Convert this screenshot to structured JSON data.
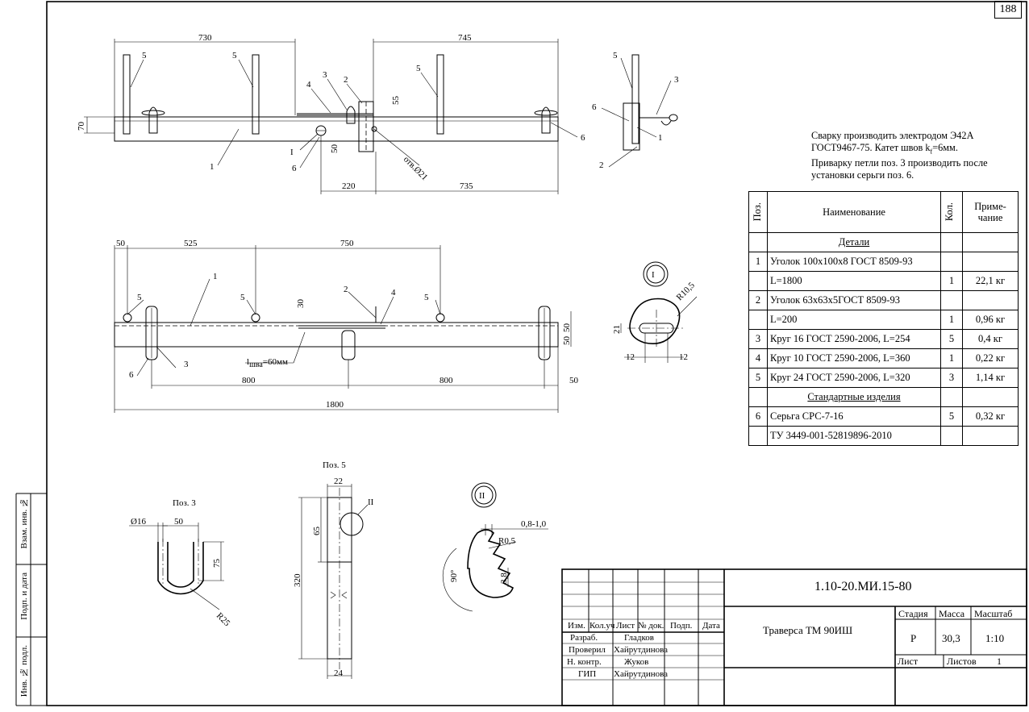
{
  "page_number": "188",
  "notes": {
    "line1": "Сварку производить электродом Э42А",
    "line2_a": "ГОСТ9467-75. Катет швов k",
    "line2_sub": "f",
    "line2_b": "=6мм.",
    "line3": "Приварку петли поз. 3 производить после",
    "line4": "установки серьги поз. 6."
  },
  "spec_table": {
    "headers": {
      "pos": "Поз.",
      "name": "Наименование",
      "qty": "Кол.",
      "note_1": "Приме-",
      "note_2": "чание"
    },
    "section_details": "Детали",
    "section_standard": "Стандартные изделия",
    "rows": [
      {
        "pos": "1",
        "name": "Уголок 100х100х8 ГОСТ 8509-93",
        "qty": "",
        "note": ""
      },
      {
        "pos": "",
        "name": "L=1800",
        "qty": "1",
        "note": "22,1 кг"
      },
      {
        "pos": "2",
        "name": "Уголок 63х63х5ГОСТ 8509-93",
        "qty": "",
        "note": ""
      },
      {
        "pos": "",
        "name": "L=200",
        "qty": "1",
        "note": "0,96 кг"
      },
      {
        "pos": "3",
        "name": "Круг 16 ГОСТ 2590-2006, L=254",
        "qty": "5",
        "note": "0,4 кг"
      },
      {
        "pos": "4",
        "name": "Круг 10 ГОСТ 2590-2006, L=360",
        "qty": "1",
        "note": "0,22 кг"
      },
      {
        "pos": "5",
        "name": "Круг 24 ГОСТ 2590-2006, L=320",
        "qty": "3",
        "note": "1,14 кг"
      }
    ],
    "standard_rows": [
      {
        "pos": "6",
        "name": "Серьга СРС-7-16",
        "qty": "5",
        "note": "0,32 кг"
      },
      {
        "pos": "",
        "name": "ТУ 3449-001-52819896-2010",
        "qty": "",
        "note": ""
      }
    ]
  },
  "title_block": {
    "doc_number": "1.10-20.МИ.15-80",
    "title": "Траверса ТМ 90ИШ",
    "hdr_izm": "Изм.",
    "hdr_kol": "Кол.уч",
    "hdr_list": "Лист",
    "hdr_ndok": "№ док.",
    "hdr_podp": "Подп.",
    "hdr_data": "Дата",
    "roles": [
      {
        "role": "Разраб.",
        "name": "Гладков"
      },
      {
        "role": "Проверил",
        "name": "Хайрутдинова"
      },
      {
        "role": "Н. контр.",
        "name": "Жуков"
      },
      {
        "role": "ГИП",
        "name": "Хайрутдинова"
      }
    ],
    "stage_label": "Стадия",
    "mass_label": "Масса",
    "scale_label": "Масштаб",
    "stage": "Р",
    "mass": "30,3",
    "scale": "1:10",
    "sheet_label": "Лист",
    "sheets_label": "Листов",
    "sheets": "1"
  },
  "side_labels": {
    "inv_podl": "Инв. № подл.",
    "podp_data": "Подп. и дата",
    "vzam_inv": "Взам. инв. №"
  },
  "view_labels": {
    "poz3": "Поз. 3",
    "poz5": "Поз. 5",
    "detail_I": "I",
    "detail_II": "II",
    "lshva_a": "l",
    "lshva_sub": "шва",
    "lshva_b": "=60мм",
    "otv": "отв.Ø21"
  },
  "dims_top": {
    "d730": "730",
    "d745": "745",
    "d70": "70",
    "d55": "55",
    "d50": "50",
    "d220": "220",
    "d735": "735"
  },
  "dims_plan": {
    "d50a": "50",
    "d525": "525",
    "d750": "750",
    "d30": "30",
    "d800a": "800",
    "d800b": "800",
    "d50b": "50",
    "d1800": "1800",
    "d50c": "50",
    "d50d": "50"
  },
  "dims_detailI": {
    "r105": "R10,5",
    "d21": "21",
    "d12a": "12",
    "d12b": "12"
  },
  "dims_poz3": {
    "d16": "Ø16",
    "d50": "50",
    "d75": "75",
    "r25": "R25"
  },
  "dims_poz5": {
    "d22": "22",
    "d65": "65",
    "d320": "320",
    "d24": "24"
  },
  "dims_detailII": {
    "d08": "0,8-1,0",
    "r05": "R0,5",
    "d38": "3,8",
    "a90": "90°"
  },
  "callouts": {
    "c1": "1",
    "c2": "2",
    "c3": "3",
    "c4": "4",
    "c5": "5",
    "c6": "6"
  }
}
